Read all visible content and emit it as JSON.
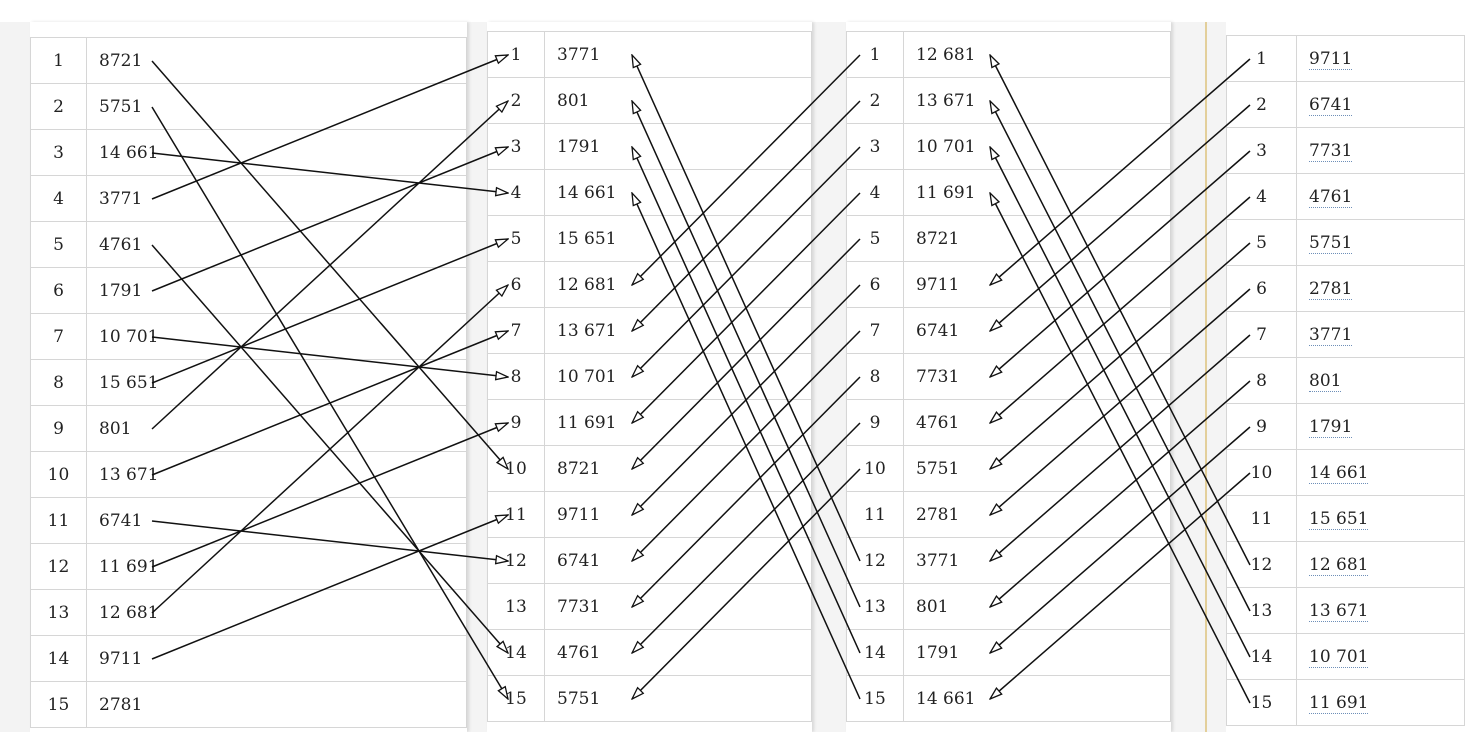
{
  "columns": [
    {
      "rows": [
        {
          "idx": "1",
          "val": "8721"
        },
        {
          "idx": "2",
          "val": "5751"
        },
        {
          "idx": "3",
          "val": "14 661"
        },
        {
          "idx": "4",
          "val": "3771"
        },
        {
          "idx": "5",
          "val": "4761"
        },
        {
          "idx": "6",
          "val": "1791"
        },
        {
          "idx": "7",
          "val": "10 701"
        },
        {
          "idx": "8",
          "val": "15 651"
        },
        {
          "idx": "9",
          "val": "801"
        },
        {
          "idx": "10",
          "val": "13 671"
        },
        {
          "idx": "11",
          "val": "6741"
        },
        {
          "idx": "12",
          "val": "11 691"
        },
        {
          "idx": "13",
          "val": "12 681"
        },
        {
          "idx": "14",
          "val": "9711"
        },
        {
          "idx": "15",
          "val": "2781"
        }
      ]
    },
    {
      "rows": [
        {
          "idx": "1",
          "val": "3771"
        },
        {
          "idx": "2",
          "val": "801"
        },
        {
          "idx": "3",
          "val": "1791"
        },
        {
          "idx": "4",
          "val": "14 661"
        },
        {
          "idx": "5",
          "val": "15 651"
        },
        {
          "idx": "6",
          "val": "12 681"
        },
        {
          "idx": "7",
          "val": "13 671"
        },
        {
          "idx": "8",
          "val": "10 701"
        },
        {
          "idx": "9",
          "val": "11 691"
        },
        {
          "idx": "10",
          "val": "8721"
        },
        {
          "idx": "11",
          "val": "9711"
        },
        {
          "idx": "12",
          "val": "6741"
        },
        {
          "idx": "13",
          "val": "7731"
        },
        {
          "idx": "14",
          "val": "4761"
        },
        {
          "idx": "15",
          "val": "5751"
        }
      ]
    },
    {
      "rows": [
        {
          "idx": "1",
          "val": "12 681"
        },
        {
          "idx": "2",
          "val": "13 671"
        },
        {
          "idx": "3",
          "val": "10 701"
        },
        {
          "idx": "4",
          "val": "11 691"
        },
        {
          "idx": "5",
          "val": "8721"
        },
        {
          "idx": "6",
          "val": "9711"
        },
        {
          "idx": "7",
          "val": "6741"
        },
        {
          "idx": "8",
          "val": "7731"
        },
        {
          "idx": "9",
          "val": "4761"
        },
        {
          "idx": "10",
          "val": "5751"
        },
        {
          "idx": "11",
          "val": "2781"
        },
        {
          "idx": "12",
          "val": "3771"
        },
        {
          "idx": "13",
          "val": "801"
        },
        {
          "idx": "14",
          "val": "1791"
        },
        {
          "idx": "15",
          "val": "14 661"
        }
      ]
    },
    {
      "rows": [
        {
          "idx": "1",
          "val": "9711"
        },
        {
          "idx": "2",
          "val": "6741"
        },
        {
          "idx": "3",
          "val": "7731"
        },
        {
          "idx": "4",
          "val": "4761"
        },
        {
          "idx": "5",
          "val": "5751"
        },
        {
          "idx": "6",
          "val": "2781"
        },
        {
          "idx": "7",
          "val": "3771"
        },
        {
          "idx": "8",
          "val": "801"
        },
        {
          "idx": "9",
          "val": "1791"
        },
        {
          "idx": "10",
          "val": "14 661"
        },
        {
          "idx": "11",
          "val": "15 651"
        },
        {
          "idx": "12",
          "val": "12 681"
        },
        {
          "idx": "13",
          "val": "13 671"
        },
        {
          "idx": "14",
          "val": "10 701"
        },
        {
          "idx": "15",
          "val": "11 691"
        }
      ]
    }
  ],
  "colors": {
    "arrow": "#111111",
    "grid": "#d6d6d6",
    "page_gap": "#f4f4f4",
    "fold": "#e3cf9a"
  }
}
